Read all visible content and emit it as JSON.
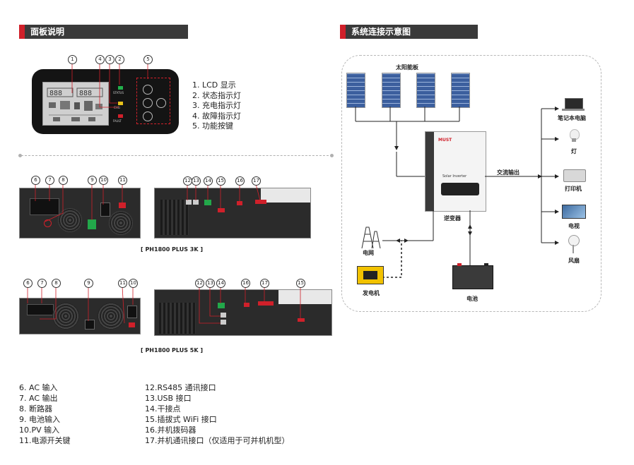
{
  "left_header": {
    "title": "面板说明"
  },
  "right_header": {
    "title": "系统连接示意图"
  },
  "panel": {
    "numbers": [
      "1",
      "4",
      "3",
      "2",
      "5"
    ],
    "led_labels": {
      "status": "STATUS",
      "chg": "CHG",
      "fault": "FAULT"
    },
    "items": [
      "1.  LCD 显示",
      "2.  状态指示灯",
      "3.  充电指示灯",
      "4.  故障指示灯",
      "5.  功能按键"
    ]
  },
  "model_3k": {
    "label": "[ PH1800 PLUS 3K ]",
    "left_numbers": [
      "6",
      "7",
      "8",
      "9",
      "10",
      "11"
    ],
    "right_numbers": [
      "12",
      "13",
      "14",
      "15",
      "16",
      "17"
    ]
  },
  "model_5k": {
    "label": "[ PH1800 PLUS 5K ]",
    "left_numbers": [
      "6",
      "7",
      "8",
      "9",
      "11",
      "10"
    ],
    "right_numbers": [
      "12",
      "13",
      "14",
      "16",
      "17",
      "15"
    ]
  },
  "legend": {
    "col1": [
      "6.  AC 输入",
      "7.  AC 输出",
      "8.  断路器",
      "9.  电池输入",
      "10.PV 输入",
      "11.电源开关键"
    ],
    "col2": [
      "12.RS485 通讯接口",
      "13.USB 接口",
      "14.干接点",
      "15.插拔式 WiFi 接口",
      "16.并机拨码器",
      "17.并机通讯接口（仅适用于可并机机型）"
    ]
  },
  "diagram": {
    "solar_label": "太阳能板",
    "inverter_label": "逆变器",
    "inverter_brand": "MUST",
    "inverter_model": "Solar Inverter",
    "ac_output_label": "交流输出",
    "grid_label": "电网",
    "generator_label": "发电机",
    "battery_label": "电池",
    "loads": [
      "笔记本电脑",
      "灯",
      "打印机",
      "电视",
      "风扇"
    ]
  },
  "colors": {
    "accent": "#d0202a",
    "header_bg": "#3a3a3a"
  }
}
